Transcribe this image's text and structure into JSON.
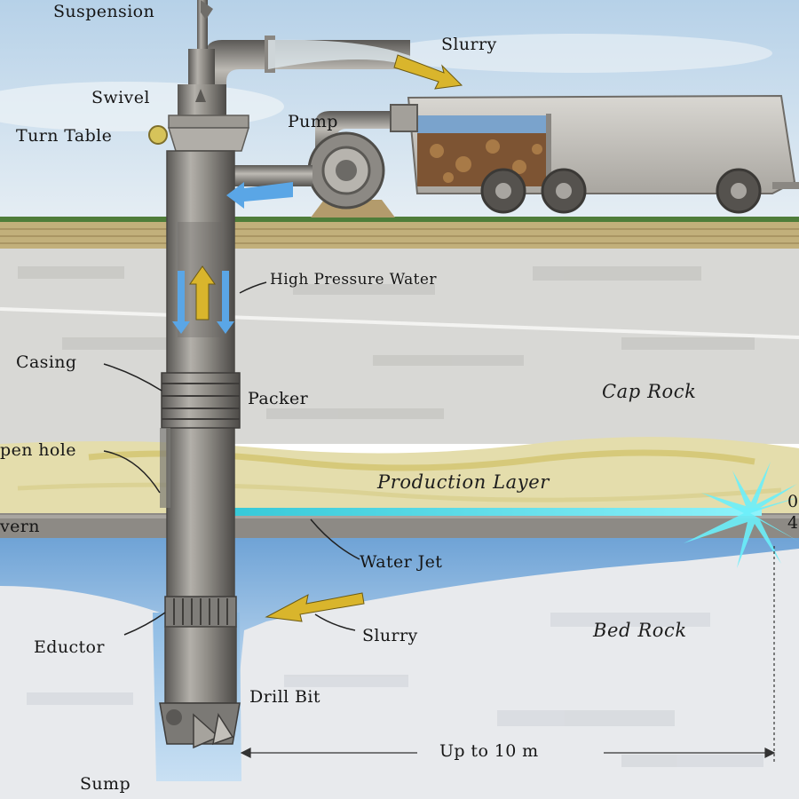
{
  "labels": {
    "suspension": "Suspension",
    "slurry_top": "Slurry",
    "swivel": "Swivel",
    "pump": "Pump",
    "turn_table": "Turn Table",
    "high_pressure_water": "High Pressure Water",
    "casing": "Casing",
    "packer": "Packer",
    "cap_rock": "Cap Rock",
    "open_hole": "pen hole",
    "production_layer": "Production Layer",
    "cavern": "vern",
    "water_jet": "Water Jet",
    "eductor": "Eductor",
    "slurry_bottom": "Slurry",
    "bed_rock": "Bed Rock",
    "drill_bit": "Drill Bit",
    "distance": "Up to 10 m",
    "sump": "Sump",
    "edge_top": "0",
    "edge_bottom": "4"
  },
  "colors": {
    "sky": "#c7dcec",
    "ground": "#c8b98a",
    "cap_rock": "#d9d9d6",
    "production_layer": "#e6e0b4",
    "cavern_water": "#8fb9e0",
    "bed_rock": "#e9ebee",
    "pipe": "#8c8a86",
    "water_jet": "#5fe1ee",
    "slurry_arrow": "#d8b830",
    "flow_arrow": "#5ea8e6"
  }
}
